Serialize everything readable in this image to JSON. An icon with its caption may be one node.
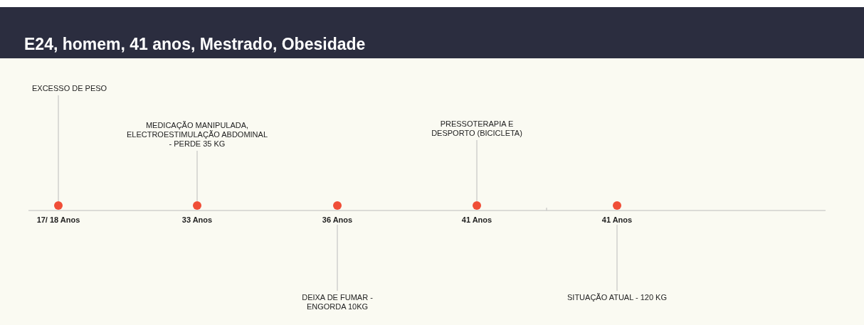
{
  "diagram": {
    "title": "E24, homem, 41 anos, Mestrado, Obesidade",
    "nodes": [
      {
        "text": [
          "EXCESSO DE PESO"
        ]
      },
      {
        "text": [
          "MEDICAÇÃO MANIPULADA, ELECTROESTIMULAÇÃO ABDOMINAL - PERDE 35 KG"
        ]
      },
      {
        "text": [
          "PRESSOTERAPIA E DESPORTO (BICICLETA)"
        ]
      },
      {
        "text": [],
        "shape": "circle",
        "beside": [
          "17/ 18 Anos"
        ]
      },
      {
        "text": [],
        "shape": "circle",
        "beside": [
          "33 Anos"
        ]
      },
      {
        "text": [],
        "shape": "circle",
        "beside": [
          "36 Anos"
        ]
      },
      {
        "text": [],
        "shape": "circle",
        "beside": [
          "41 Anos"
        ]
      },
      {
        "text": [],
        "shape": "circle",
        "beside": [
          "41 Anos"
        ]
      },
      {
        "text": [
          "DEIXA DE FUMAR - ENGORDA 10KG"
        ]
      },
      {
        "text": [
          "SITUAÇÃO ATUAL - 120 KG"
        ]
      }
    ],
    "edges": [
      {
        "from": 3,
        "to": 0,
        "arrow": "none"
      },
      {
        "from": 4,
        "to": 1,
        "arrow": "none"
      },
      {
        "from": 6,
        "to": 2,
        "arrow": "none"
      },
      {
        "from": 5,
        "to": 8,
        "arrow": "none"
      },
      {
        "from": 7,
        "to": 9,
        "arrow": "none"
      }
    ]
  }
}
